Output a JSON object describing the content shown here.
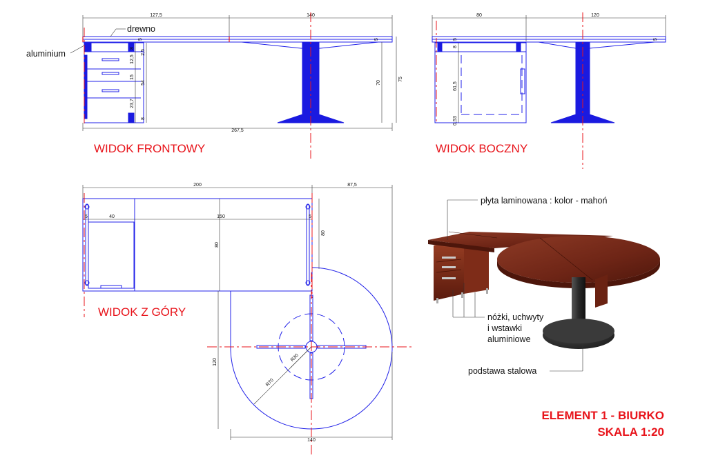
{
  "views": {
    "front": "WIDOK FRONTOWY",
    "side": "WIDOK BOCZNY",
    "top": "WIDOK Z GÓRY"
  },
  "labels": {
    "wood": "drewno",
    "aluminium": "aluminium",
    "laminate": "płyta laminowana : kolor - mahoń",
    "legs_line1": "nóżki, uchwyty",
    "legs_line2": "i wstawki",
    "legs_line3": "aluminiowe",
    "steel_base": "podstawa stalowa"
  },
  "title_block": {
    "line1": "ELEMENT 1 - BIURKO",
    "line2": "SKALA 1:20"
  },
  "front_dims": {
    "left_width": "127,5",
    "right_width": "140",
    "total_width": "267,5",
    "top_thickness_a": "5",
    "top_thickness_b": "5",
    "pedestal_top": "8",
    "drawer_a": "12,5",
    "drawer_b": "2,5",
    "drawer_c": "15",
    "drawer_d": "23,7",
    "pedestal_height": "54",
    "pedestal_bottom": "8",
    "leg_height": "70",
    "total_height": "75"
  },
  "side_dims": {
    "left_depth": "80",
    "right_depth": "120",
    "top_a": "5",
    "top_b": "5",
    "ped_top": "8",
    "ped_height": "61,5",
    "ped_gap": "3",
    "ped_base": "0,5"
  },
  "top_dims": {
    "width": "200",
    "overhang": "87,5",
    "left_inset": "5",
    "drawer_width": "40",
    "inner_width": "150",
    "right_inset": "5",
    "depth": "80",
    "depth_side": "80",
    "round_depth": "120",
    "round_width": "140",
    "outer_radius": "R70",
    "inner_radius": "R30"
  },
  "colors": {
    "drawing_blue": "#2020e8",
    "center_red": "#e8141b",
    "mahogany": "#7a2a1c",
    "steel": "#3a3a3a"
  }
}
